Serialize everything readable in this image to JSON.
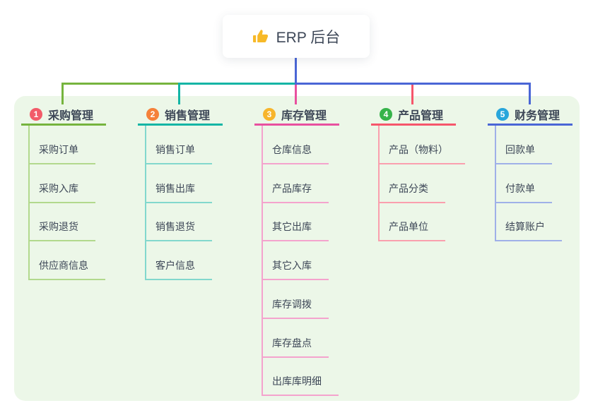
{
  "root": {
    "title": "ERP 后台",
    "icon": "thumbs-up"
  },
  "branches": [
    {
      "badge": "1",
      "label": "采购管理",
      "badge_color": "#f25b69",
      "line_color": "#76b43e",
      "light_color": "#b2d98d",
      "children": [
        "采购订单",
        "采购入库",
        "采购退货",
        "供应商信息"
      ]
    },
    {
      "badge": "2",
      "label": "销售管理",
      "badge_color": "#f5813a",
      "line_color": "#13b5a5",
      "light_color": "#82d8cd",
      "children": [
        "销售订单",
        "销售出库",
        "销售退货",
        "客户信息"
      ]
    },
    {
      "badge": "3",
      "label": "库存管理",
      "badge_color": "#f7b52c",
      "line_color": "#e8509f",
      "light_color": "#f4a3cd",
      "children": [
        "仓库信息",
        "产品库存",
        "其它出库",
        "其它入库",
        "库存调拨",
        "库存盘点",
        "出库库明细"
      ]
    },
    {
      "badge": "4",
      "label": "产品管理",
      "badge_color": "#36b34a",
      "line_color": "#f6566b",
      "light_color": "#fa9fae",
      "children": [
        "产品（物料）",
        "产品分类",
        "产品单位"
      ]
    },
    {
      "badge": "5",
      "label": "财务管理",
      "badge_color": "#29a6db",
      "line_color": "#4a66d6",
      "light_color": "#9fb0e8",
      "children": [
        "回款单",
        "付款单",
        "结算账户"
      ]
    }
  ],
  "colors": {
    "panel_bg": "#ecf7e8",
    "root_line": "#4a66d6",
    "text_dark": "#3d4757",
    "icon_gold": "#f7b928"
  }
}
